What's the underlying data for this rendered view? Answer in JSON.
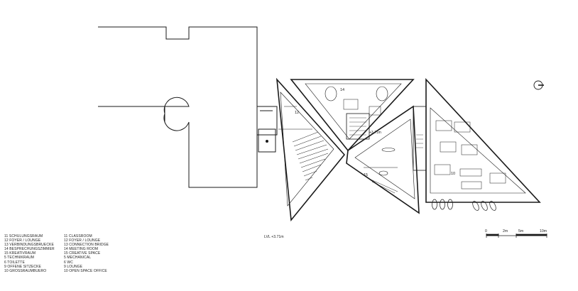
{
  "plan": {
    "level_label": "LVL +3.71m",
    "level_marker": "+3.71m",
    "room_numbers": [
      "12",
      "14",
      "15",
      "10"
    ],
    "north_arrow_icon": "north-arrow-icon"
  },
  "scale_bar": {
    "labels": [
      "0",
      "2m",
      "5m",
      "10m"
    ]
  },
  "legend": {
    "german": [
      "11 SCHULUNGSRAUM",
      "12 FOYER / LOUNGE",
      "13 VERBINDUNGSBRUECKE",
      "14 BESPRECHUNGSZIMMER",
      "15 KREATIVRAUM",
      "5  TECHNIKRAUM",
      "6  TOILETTE",
      "9  OFFENE SITZECKE",
      "10 GROSSRAUMBUERO"
    ],
    "english": [
      "11 CLASSROOM",
      "12 FOYER / LOUNGE",
      "13 CONNECTION BRIDGE",
      "14 MEETING ROOM",
      "15 CREATIVE SPACE",
      "5  MECHANICAL",
      "6  WC",
      "9  LOUNGE",
      "10 OPEN SPACE OFFICE"
    ]
  }
}
